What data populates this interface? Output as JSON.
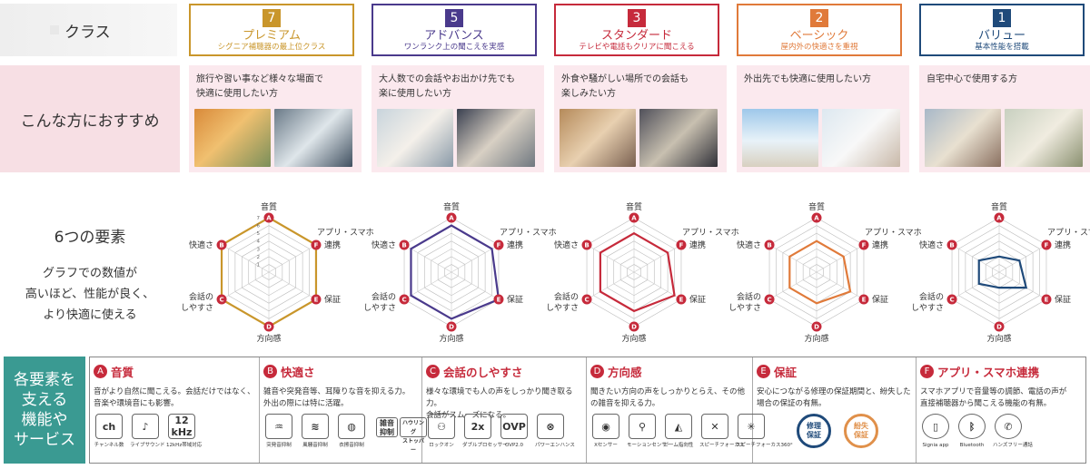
{
  "labels": {
    "class": "クラス",
    "recommend": "こんな方におすすめ",
    "six": "6つの要素",
    "six_desc": [
      "グラフでの数値が",
      "高いほど、性能が良く、",
      "より快適に使える"
    ],
    "features_side": [
      "各要素を",
      "支える",
      "機能や",
      "サービス"
    ]
  },
  "classes": [
    {
      "num": "7",
      "name": "プレミアム",
      "sub": "シグニア補聴器の最上位クラス",
      "color": "#c9962b",
      "rec": [
        "旅行や習い事など様々な場面で",
        "快適に使用したい方"
      ]
    },
    {
      "num": "5",
      "name": "アドバンス",
      "sub": "ワンランク上の聞こえを実感",
      "color": "#4a3a8c",
      "rec": [
        "大人数での会話やお出かけ先でも",
        "楽に使用したい方"
      ]
    },
    {
      "num": "3",
      "name": "スタンダード",
      "sub": "テレビや電話もクリアに聞こえる",
      "color": "#c62a3b",
      "rec": [
        "外食や騒がしい場所での会話も",
        "楽しみたい方"
      ]
    },
    {
      "num": "2",
      "name": "ベーシック",
      "sub": "屋内外の快適さを重視",
      "color": "#e07a3a",
      "rec": [
        "外出先でも快適に使用したい方"
      ]
    },
    {
      "num": "1",
      "name": "バリュー",
      "sub": "基本性能を搭載",
      "color": "#1f4a7a",
      "rec": [
        "自宅中心で使用する方"
      ]
    }
  ],
  "radar_axes": [
    {
      "letter": "A",
      "label": "音質"
    },
    {
      "letter": "F",
      "label": "アプリ・スマホ連携"
    },
    {
      "letter": "E",
      "label": "保証"
    },
    {
      "letter": "D",
      "label": "方向感"
    },
    {
      "letter": "C",
      "label": "会話のしやすさ"
    },
    {
      "letter": "B",
      "label": "快適さ"
    }
  ],
  "radar_scale": [
    "1",
    "2",
    "3",
    "4",
    "5",
    "6",
    "7"
  ],
  "radar_values": [
    [
      7,
      7,
      7,
      7,
      7,
      7
    ],
    [
      6,
      6,
      7,
      6,
      6,
      6
    ],
    [
      5,
      5,
      6,
      5,
      5,
      5
    ],
    [
      4,
      4,
      5,
      4,
      4,
      4
    ],
    [
      2,
      3,
      4,
      2,
      3,
      3
    ]
  ],
  "features": [
    {
      "letter": "A",
      "title": "音質",
      "desc": [
        "音がより自然に聞こえる。会話だけではなく、",
        "音楽や環境音にも影響。"
      ],
      "icons": [
        {
          "t": "ch",
          "cap": "チャンネル数"
        },
        {
          "t": "♪",
          "cap": "ライブサウンド"
        },
        {
          "t": "12\nkHz",
          "cap": "12kHz帯域対応"
        }
      ]
    },
    {
      "letter": "B",
      "title": "快適さ",
      "desc": [
        "雑音や突発音等、耳障りな音を抑える力。",
        "外出の際には特に活躍。"
      ],
      "icons": [
        {
          "t": "♒",
          "cap": "突発音抑制"
        },
        {
          "t": "≋",
          "cap": "風騒音抑制"
        },
        {
          "t": "◍",
          "cap": "衣擦音抑制"
        }
      ],
      "tags": [
        {
          "t": "雑音\n抑制"
        },
        {
          "t": "ハウリング\nストッパー"
        }
      ]
    },
    {
      "letter": "C",
      "title": "会話のしやすさ",
      "desc": [
        "様々な環境でも人の声をしっかり聞き取る力。",
        "会話がスムーズになる。"
      ],
      "icons": [
        {
          "t": "⚇",
          "cap": "ロックオン"
        },
        {
          "t": "2x",
          "cap": "ダブルプロセッサー"
        },
        {
          "t": "OVP",
          "cap": "OVP2.0"
        },
        {
          "t": "⊗",
          "cap": "パワーエンハンス"
        }
      ]
    },
    {
      "letter": "D",
      "title": "方向感",
      "desc": [
        "聞きたい方向の声をしっかりとらえ、その他",
        "の雑音を抑える力。"
      ],
      "icons": [
        {
          "t": "◉",
          "cap": "Xセンサー"
        },
        {
          "t": "⚲",
          "cap": "モーションセンサー"
        },
        {
          "t": "◭",
          "cap": "ビーム指向性"
        },
        {
          "t": "✕",
          "cap": "スピーチフォーカス"
        },
        {
          "t": "✳",
          "cap": "スピーチフォーカス360°"
        }
      ]
    },
    {
      "letter": "E",
      "title": "保証",
      "desc": [
        "安心につながる修理の保証期間と、紛失した",
        "場合の保証の有無。"
      ],
      "seals": [
        {
          "t": "修理\n保証",
          "color": "#1f4a7a"
        },
        {
          "t": "紛失\n保証",
          "color": "#e0904a"
        }
      ]
    },
    {
      "letter": "F",
      "title": "アプリ・スマホ連携",
      "desc": [
        "スマホアプリで音量等の調節、電話の声が",
        "直接補聴器から聞こえる機能の有無。"
      ],
      "icons": [
        {
          "t": "▯",
          "cap": "Signia app"
        },
        {
          "t": "ᛒ",
          "cap": "Bluetooth"
        },
        {
          "t": "✆",
          "cap": "ハンズフリー通話"
        }
      ]
    }
  ]
}
